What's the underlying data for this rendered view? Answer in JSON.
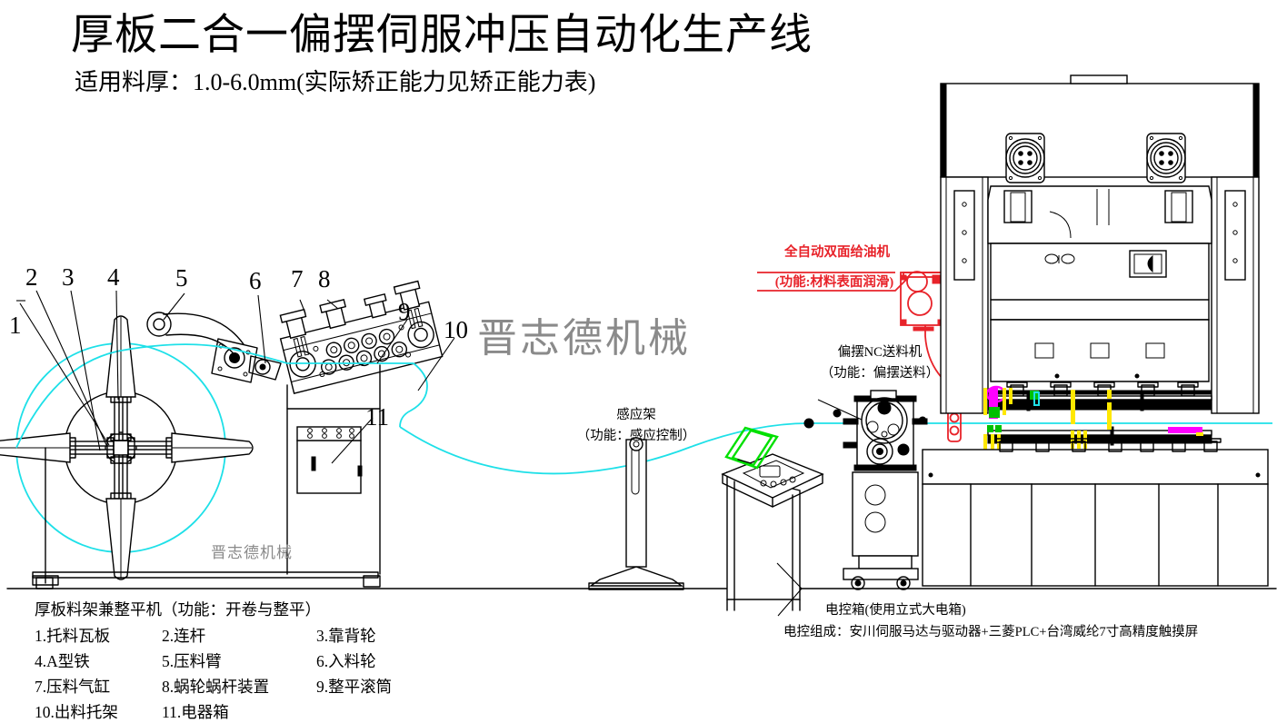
{
  "header": {
    "title": "厚板二合一偏摆伺服冲压自动化生产线",
    "subtitle": "适用料厚：1.0-6.0mm(实际矫正能力见矫正能力表)"
  },
  "watermark": {
    "main": "晋志德机械",
    "small": "晋志德机械"
  },
  "callouts": [
    {
      "n": "1"
    },
    {
      "n": "2"
    },
    {
      "n": "3"
    },
    {
      "n": "4"
    },
    {
      "n": "5"
    },
    {
      "n": "6"
    },
    {
      "n": "7"
    },
    {
      "n": "8"
    },
    {
      "n": "9"
    },
    {
      "n": "10"
    },
    {
      "n": "11"
    }
  ],
  "callout_numbers": {
    "c1": "1",
    "c2": "2",
    "c3": "3",
    "c4": "4",
    "c5": "5",
    "c6": "6",
    "c7": "7",
    "c8": "8",
    "c9": "9",
    "c10": "10",
    "c11": "11"
  },
  "labels": {
    "oiler": {
      "name": "全自动双面给油机",
      "function": "(功能:材料表面润滑)",
      "color": "#e8232a"
    },
    "nc_feeder": {
      "name": "偏摆NC送料机",
      "function": "（功能：偏摆送料）"
    },
    "sensor_rack": {
      "name": "感应架",
      "function": "（功能：感应控制）"
    },
    "control_cabinet": {
      "name": "电控箱(使用立式大电箱)",
      "composition": "电控组成：安川伺服马达与驱动器+三菱PLC+台湾威纶7寸高精度触摸屏"
    }
  },
  "legend": {
    "heading": "厚板料架兼整平机（功能：开卷与整平）",
    "rows": [
      [
        "1.托料瓦板",
        "2.连杆",
        "3.靠背轮"
      ],
      [
        "4.A型铁",
        "5.压料臂",
        "6.入料轮"
      ],
      [
        "7.压料气缸",
        "8.蜗轮蜗杆装置",
        "9.整平滚筒"
      ],
      [
        "10.出料托架",
        "11.电器箱",
        ""
      ]
    ]
  },
  "colors": {
    "strip": "#1ee0e8",
    "red": "#e8232a",
    "green": "#00e000",
    "magenta": "#ff00ff",
    "yellow": "#ffe800",
    "outline": "#000000",
    "watermark": "#8a8a8a"
  },
  "icons": {
    "decoiler": "decoiler-icon",
    "leveler": "leveler-icon",
    "sensor": "sensor-rack-icon",
    "console": "control-console-icon",
    "feeder": "nc-feeder-icon",
    "oiler": "oiler-icon",
    "press": "press-machine-icon"
  }
}
